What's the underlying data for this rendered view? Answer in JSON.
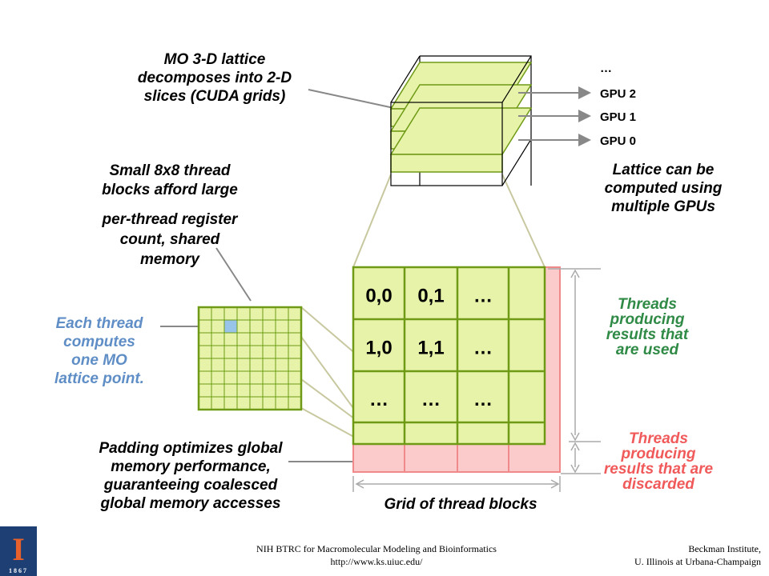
{
  "labels": {
    "mo_lattice": [
      "MO 3-D lattice",
      "decomposes into 2-D",
      "slices (CUDA grids)"
    ],
    "small_blocks_1": [
      "Small 8x8 thread",
      "blocks afford large"
    ],
    "small_blocks_2": [
      "per-thread register",
      "count, shared",
      "memory"
    ],
    "each_thread": [
      "Each thread",
      "computes",
      "one MO",
      "lattice point."
    ],
    "padding": [
      "Padding optimizes global",
      "memory performance,",
      "guaranteeing coalesced",
      "global memory accesses"
    ],
    "multi_gpu": [
      "Lattice can be",
      "computed using",
      "multiple GPUs"
    ],
    "used": [
      "Threads",
      "producing",
      "results that",
      "are used"
    ],
    "discarded": [
      "Threads",
      "producing",
      "results that are",
      "discarded"
    ],
    "grid_caption": "Grid of thread blocks"
  },
  "gpus": [
    "…",
    "GPU 2",
    "GPU 1",
    "GPU 0"
  ],
  "cells": [
    [
      "0,0",
      "0,1",
      "…"
    ],
    [
      "1,0",
      "1,1",
      "…"
    ],
    [
      "…",
      "…",
      "…"
    ]
  ],
  "footer": {
    "left_line1": "NIH BTRC for Macromolecular Modeling and Bioinformatics",
    "left_line2": "http://www.ks.uiuc.edu/",
    "right_line1": "Beckman Institute,",
    "right_line2": "U. Illinois at Urbana-Champaign"
  },
  "logo": {
    "letter": "I",
    "year": "1867"
  },
  "colors": {
    "cell_fill": "#e6f3a8",
    "grid_green": "#6f9a16",
    "pad_fill": "#fbcaca",
    "pad_red": "#f08a8a",
    "blue_text": "#5f8ec6",
    "red_text": "#f05a5a",
    "green_text": "#2f8a46",
    "highlight": "#98c4ea",
    "illinois_blue": "#1e3f74",
    "illinois_orange": "#e8602c"
  }
}
